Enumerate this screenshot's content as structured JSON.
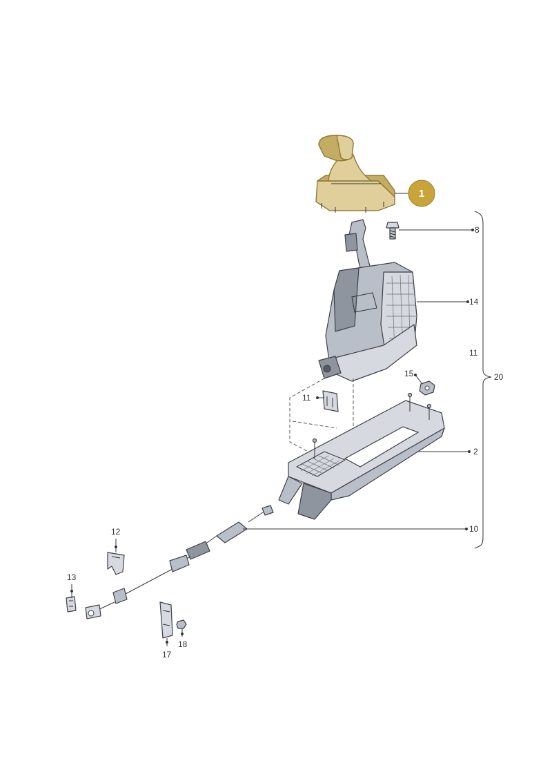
{
  "diagram": {
    "callouts": [
      {
        "id": "1",
        "label": "1",
        "highlighted": true
      },
      {
        "id": "8",
        "label": "8"
      },
      {
        "id": "14",
        "label": "14"
      },
      {
        "id": "11a",
        "label": "11"
      },
      {
        "id": "20",
        "label": "20"
      },
      {
        "id": "15",
        "label": "15"
      },
      {
        "id": "11b",
        "label": "11"
      },
      {
        "id": "2",
        "label": "2"
      },
      {
        "id": "10",
        "label": "10"
      },
      {
        "id": "12",
        "label": "12"
      },
      {
        "id": "13",
        "label": "13"
      },
      {
        "id": "17",
        "label": "17"
      },
      {
        "id": "18",
        "label": "18"
      }
    ],
    "colors": {
      "highlight_fill": "#e0cf9a",
      "badge_fill": "#c9a43a",
      "badge_text": "#ffffff",
      "line": "#333333",
      "part": "#b9bfc8"
    }
  }
}
